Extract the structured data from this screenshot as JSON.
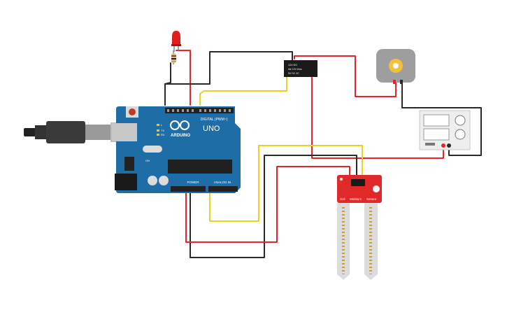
{
  "arduino": {
    "brand": "ARDUINO",
    "model": "UNO",
    "digital_header": "DIGITAL (PWM~)",
    "power_header": "POWER",
    "analog_header": "ANALOG IN",
    "tx_label": "TX",
    "rx_label": "RX",
    "l_label": "L",
    "on_label": "ON"
  },
  "relay": {
    "line1": "12v DC",
    "line2": "ide 12V-0ms",
    "line3": "5V DC 2C"
  },
  "sensor": {
    "label_soil": "Soil",
    "label_moisture": "Moisture",
    "label_sensor": "Sensor"
  },
  "colors": {
    "wire_red": "#e8232a",
    "wire_black": "#2a2a2a",
    "wire_yellow": "#f2cf1d",
    "board_blue": "#1f6da7",
    "sensor_red": "#e02a2a"
  },
  "icons": {
    "usb": "usb-cable-icon",
    "led": "led-icon",
    "motor": "dc-motor-icon",
    "power_supply": "power-supply-icon"
  }
}
